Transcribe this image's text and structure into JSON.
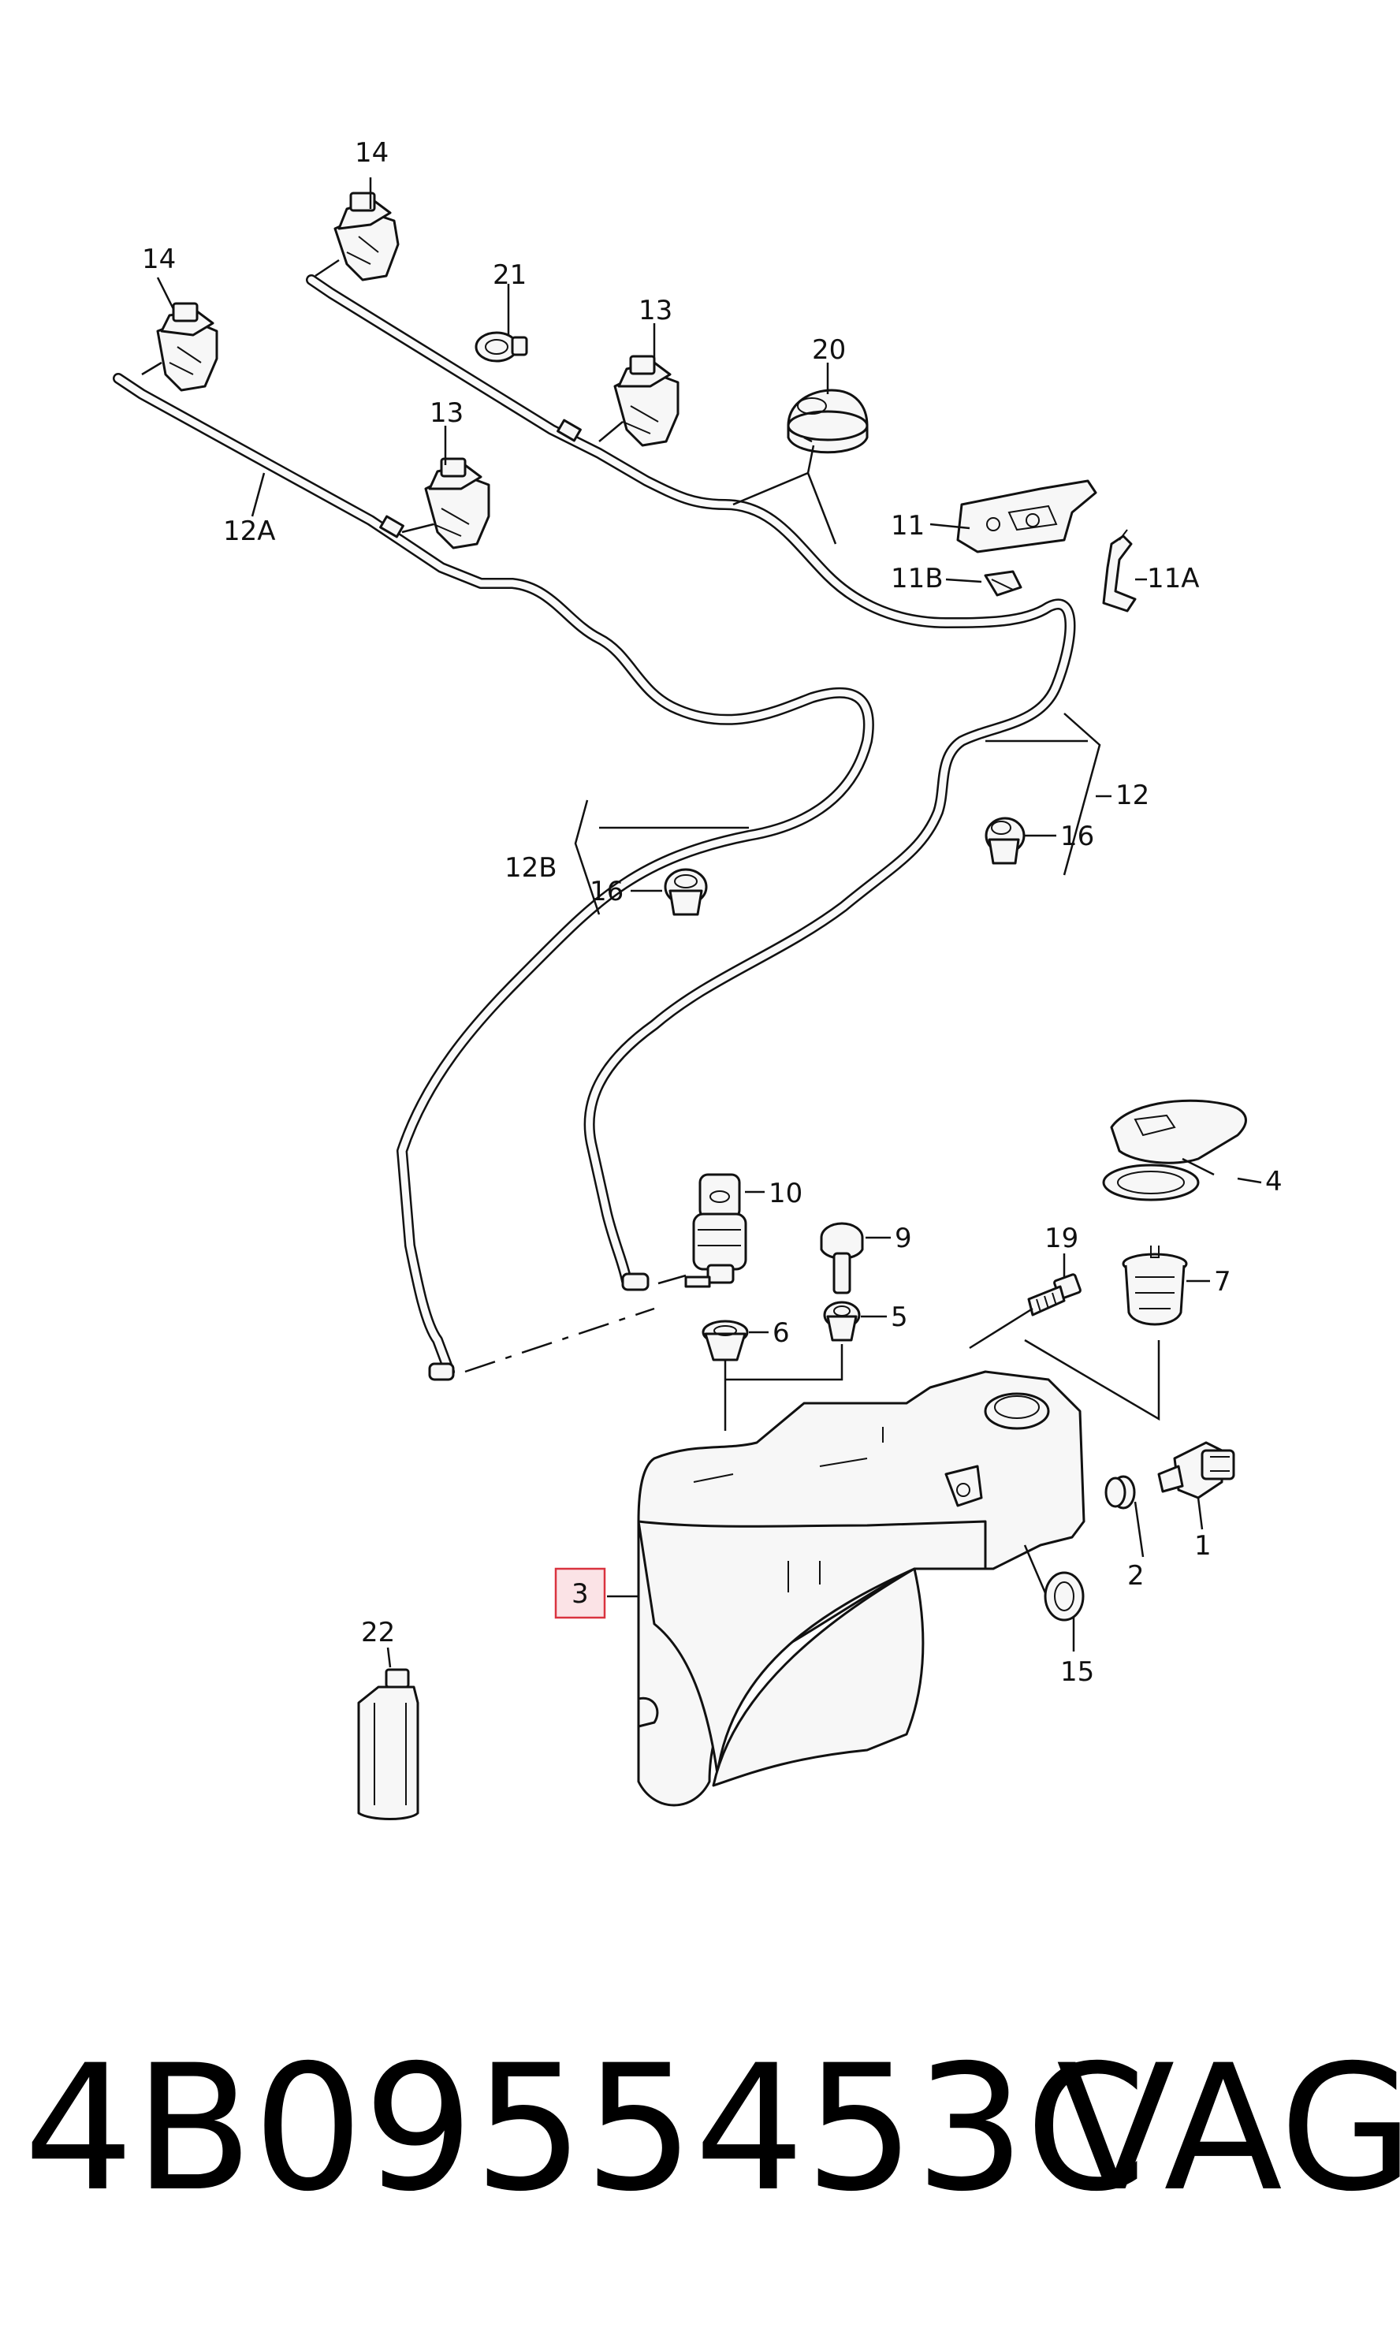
{
  "diagram": {
    "labels": {
      "l14a": "14",
      "l14b": "14",
      "l21": "21",
      "l13a": "13",
      "l20": "20",
      "l13b": "13",
      "l12A": "12A",
      "l11": "11",
      "l11B": "11B",
      "l11A": "11A",
      "l12": "12",
      "l16a": "16",
      "l12B": "12B",
      "l16b": "16",
      "l10": "10",
      "l9": "9",
      "l4": "4",
      "l19": "19",
      "l7": "7",
      "l5": "5",
      "l6": "6",
      "l3": "3",
      "l1": "1",
      "l2": "2",
      "l15": "15",
      "l22": "22"
    },
    "colors": {
      "highlight_fill": "#fbe3e6",
      "highlight_stroke": "#d9333f",
      "highlight_text": "#b0303a"
    }
  },
  "footer": {
    "part_number": "4B0955453C",
    "brand": "VAG"
  }
}
